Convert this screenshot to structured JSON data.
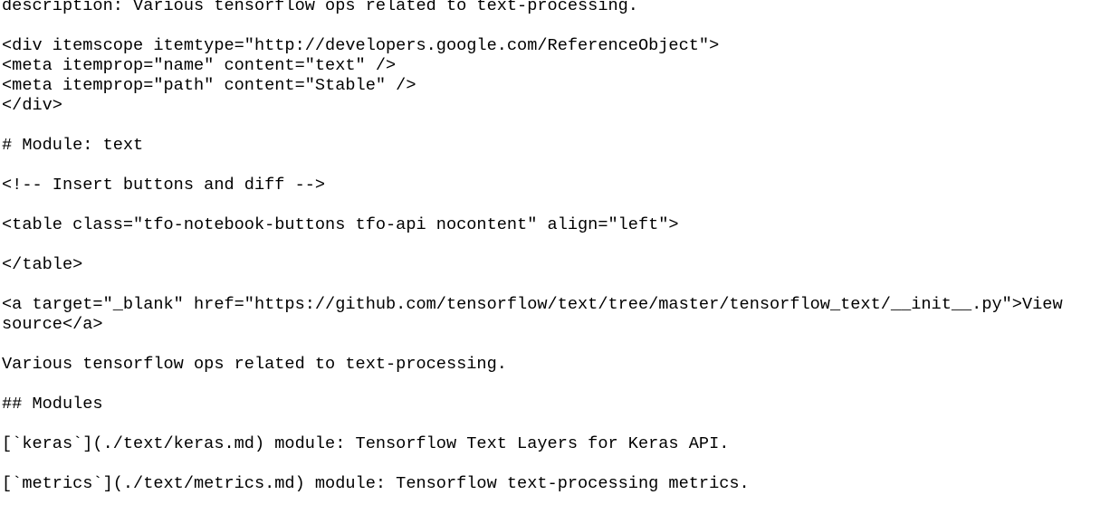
{
  "document": {
    "lines": [
      "description: Various tensorflow ops related to text-processing.",
      "",
      "<div itemscope itemtype=\"http://developers.google.com/ReferenceObject\">",
      "<meta itemprop=\"name\" content=\"text\" />",
      "<meta itemprop=\"path\" content=\"Stable\" />",
      "</div>",
      "",
      "# Module: text",
      "",
      "<!-- Insert buttons and diff -->",
      "",
      "<table class=\"tfo-notebook-buttons tfo-api nocontent\" align=\"left\">",
      "",
      "</table>",
      "",
      "<a target=\"_blank\" href=\"https://github.com/tensorflow/text/tree/master/tensorflow_text/__init__.py\">View",
      "source</a>",
      "",
      "Various tensorflow ops related to text-processing.",
      "",
      "## Modules",
      "",
      "[`keras`](./text/keras.md) module: Tensorflow Text Layers for Keras API.",
      "",
      "[`metrics`](./text/metrics.md) module: Tensorflow text-processing metrics."
    ]
  }
}
